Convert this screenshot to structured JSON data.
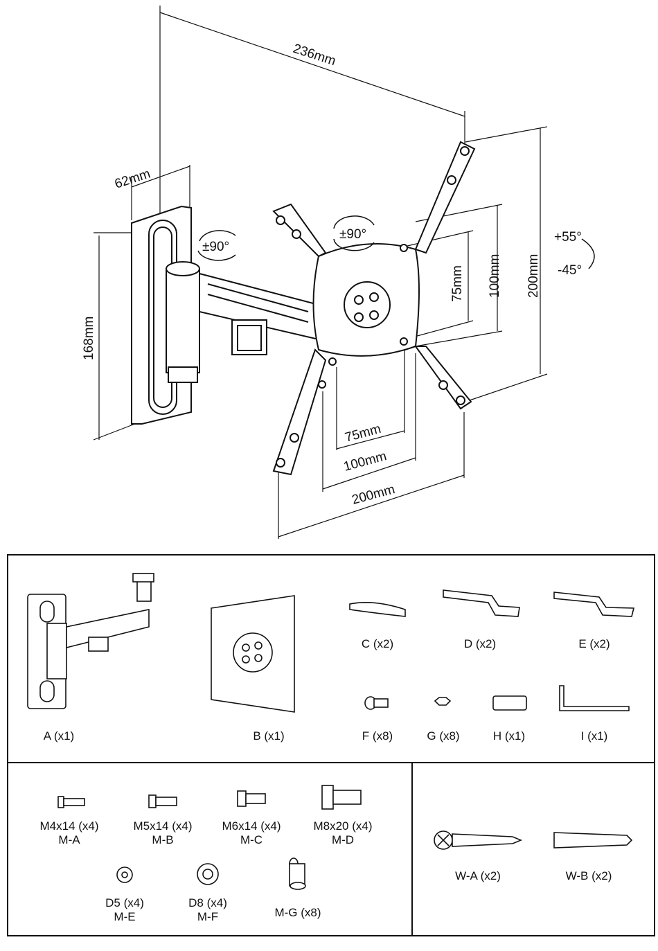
{
  "diagram": {
    "dimensions": {
      "width_total": "236mm",
      "depth": "62mm",
      "height": "168mm",
      "rotate_left": "±90°",
      "rotate_plate": "±90°",
      "vesa_v75": "75mm",
      "vesa_v100": "100mm",
      "vesa_v200": "200mm",
      "vesa_h75": "75mm",
      "vesa_h100": "100mm",
      "vesa_h200": "200mm",
      "tilt_up": "+55°",
      "tilt_down": "-45°"
    }
  },
  "parts": {
    "A": "A (x1)",
    "B": "B (x1)",
    "C": "C (x2)",
    "D": "D (x2)",
    "E": "E (x2)",
    "F": "F (x8)",
    "G": "G (x8)",
    "H": "H (x1)",
    "I": "I (x1)"
  },
  "hardware": {
    "ma_size": "M4x14 (x4)",
    "ma_code": "M-A",
    "mb_size": "M5x14 (x4)",
    "mb_code": "M-B",
    "mc_size": "M6x14 (x4)",
    "mc_code": "M-C",
    "md_size": "M8x20 (x4)",
    "md_code": "M-D",
    "me_size": "D5 (x4)",
    "me_code": "M-E",
    "mf_size": "D8 (x4)",
    "mf_code": "M-F",
    "mg": "M-G (x8)"
  },
  "wall": {
    "wa": "W-A (x2)",
    "wb": "W-B (x2)"
  }
}
